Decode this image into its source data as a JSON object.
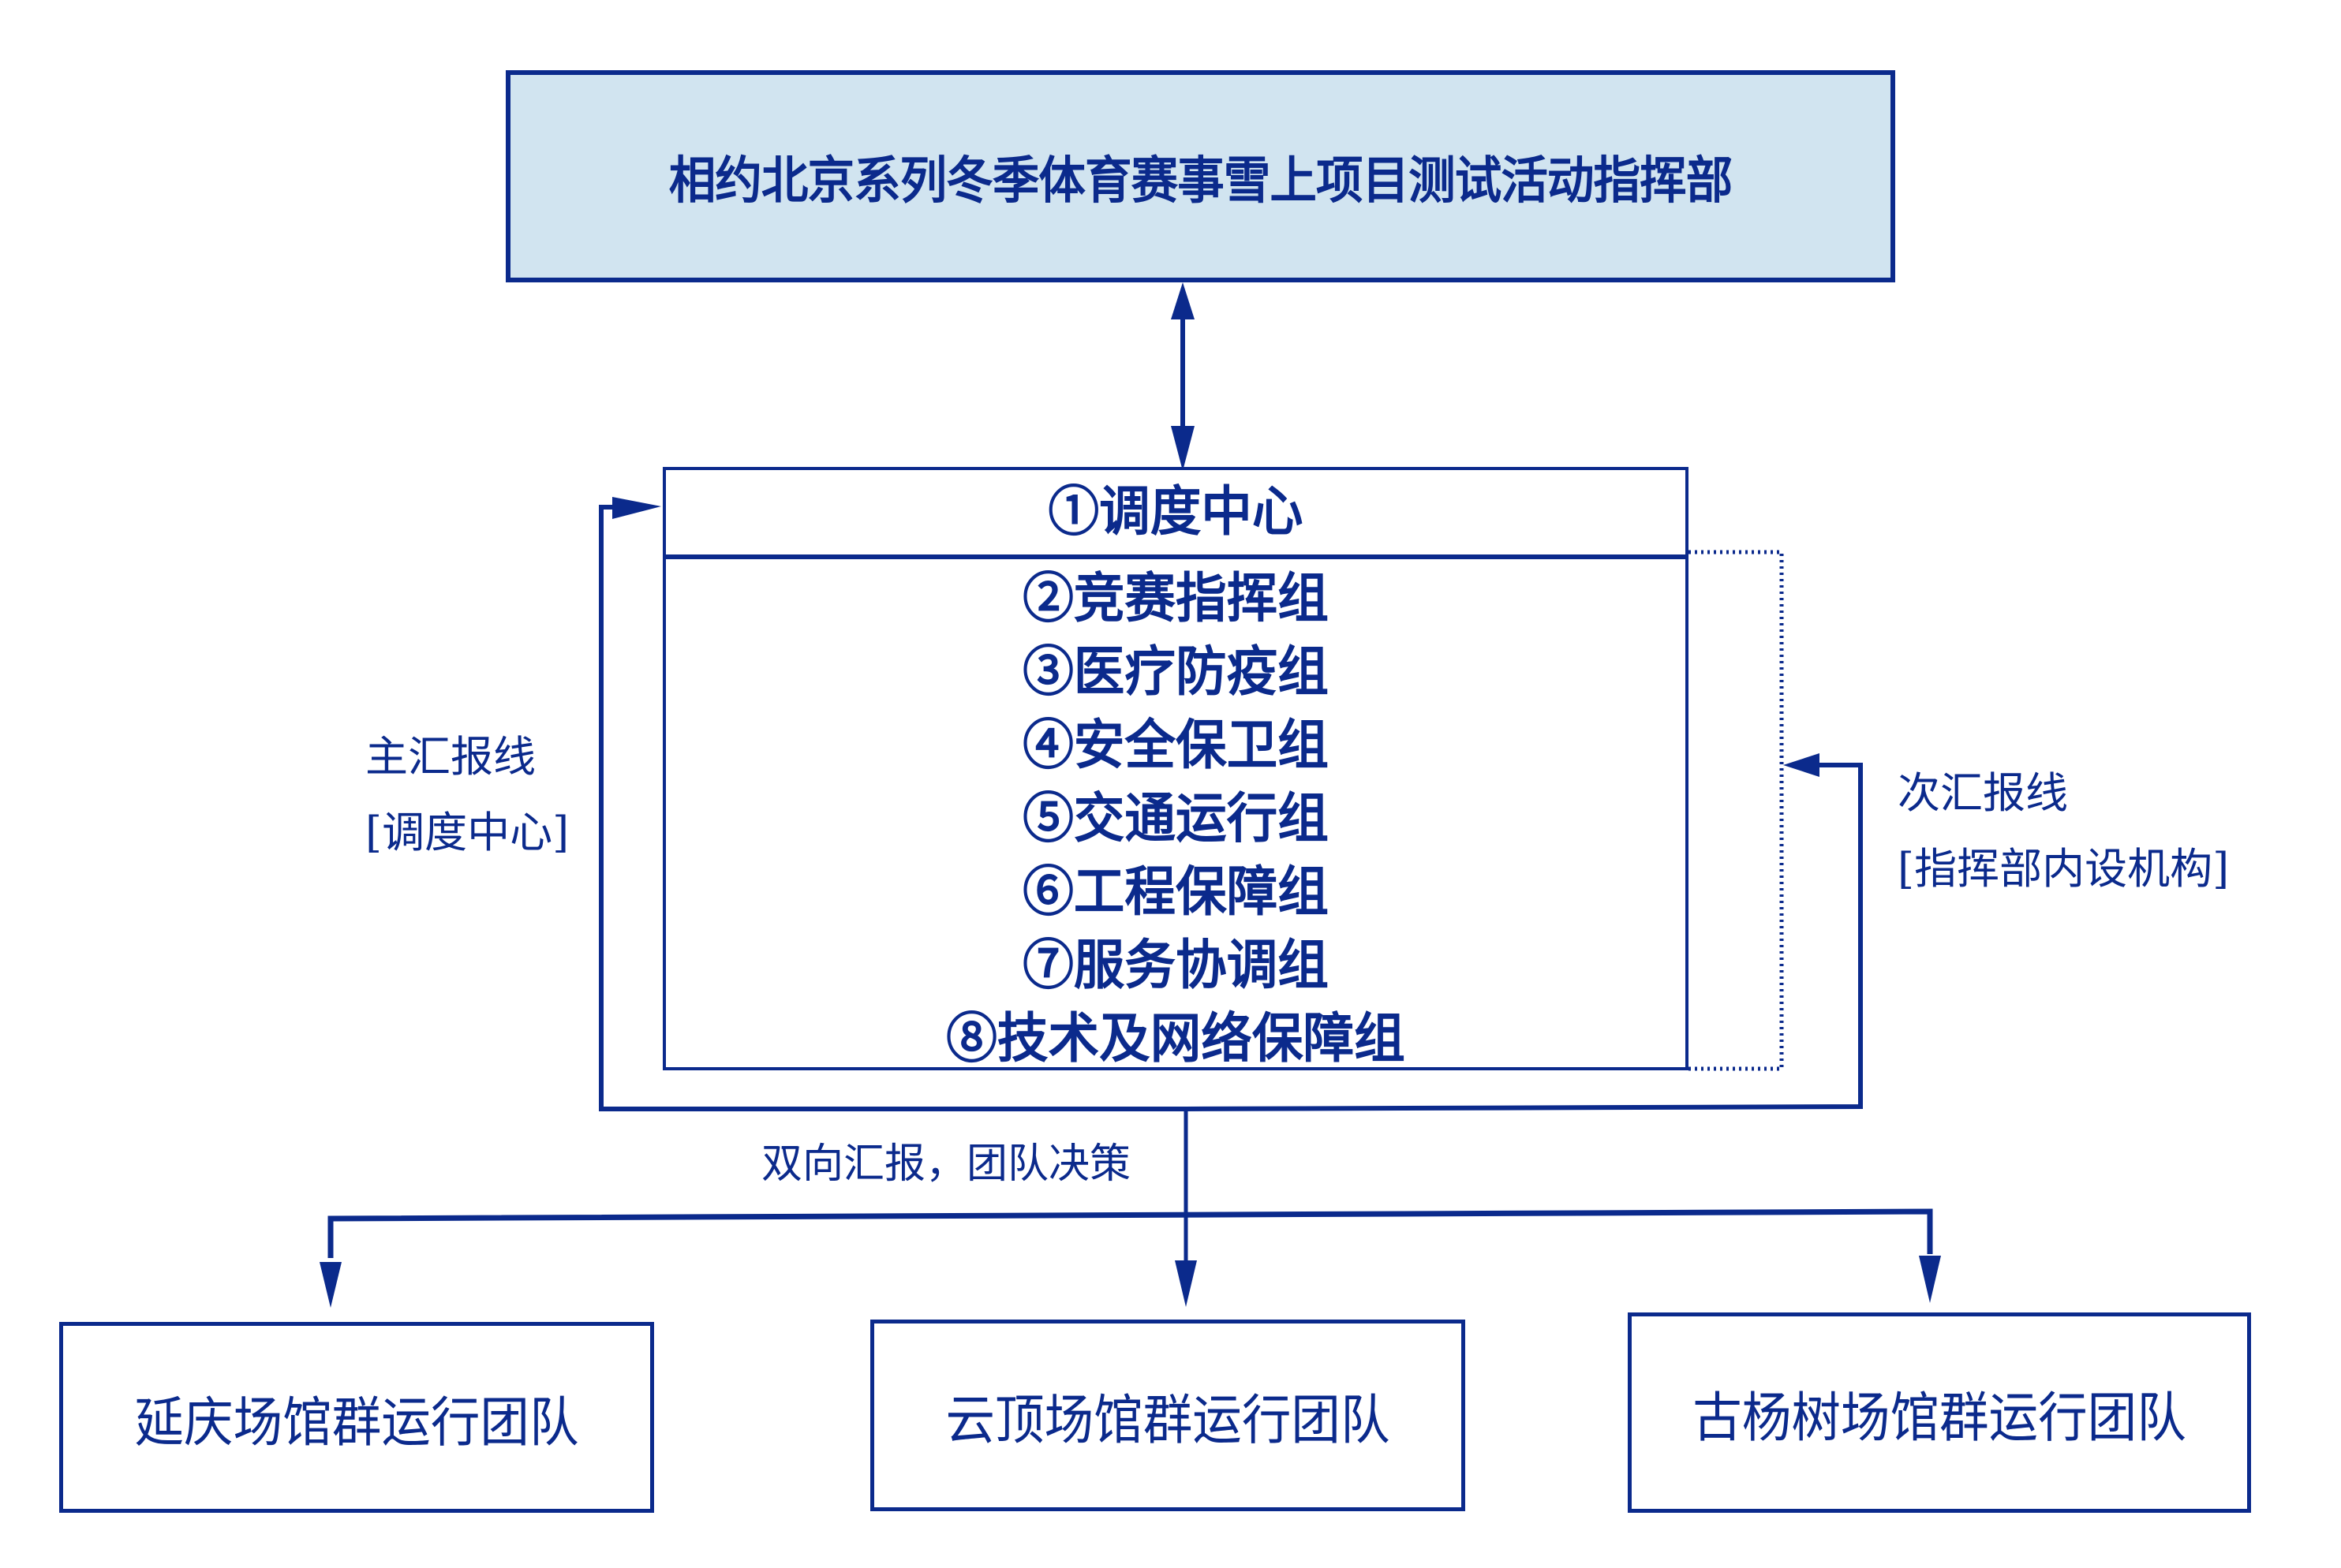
{
  "colors": {
    "line": "#0b2a8c",
    "hq_fill": "#d1e4f0",
    "box_fill": "#ffffff",
    "background": "#ffffff"
  },
  "headquarters": {
    "title": "相约北京系列冬季体育赛事雪上项目测试活动指挥部"
  },
  "command_center": {
    "head": "①调度中心",
    "groups": [
      "②竞赛指挥组",
      "③医疗防疫组",
      "④安全保卫组",
      "⑤交通运行组",
      "⑥工程保障组",
      "⑦服务协调组",
      "⑧技术及网络保障组"
    ]
  },
  "reporting_lines": {
    "main": {
      "line1": "主汇报线",
      "line2": "[调度中心]"
    },
    "secondary": {
      "line1": "次汇报线",
      "line2": "[指挥部内设机构]"
    },
    "bidirectional": "双向汇报，团队决策"
  },
  "venue_teams": [
    "延庆场馆群运行团队",
    "云顶场馆群运行团队",
    "古杨树场馆群运行团队"
  ]
}
